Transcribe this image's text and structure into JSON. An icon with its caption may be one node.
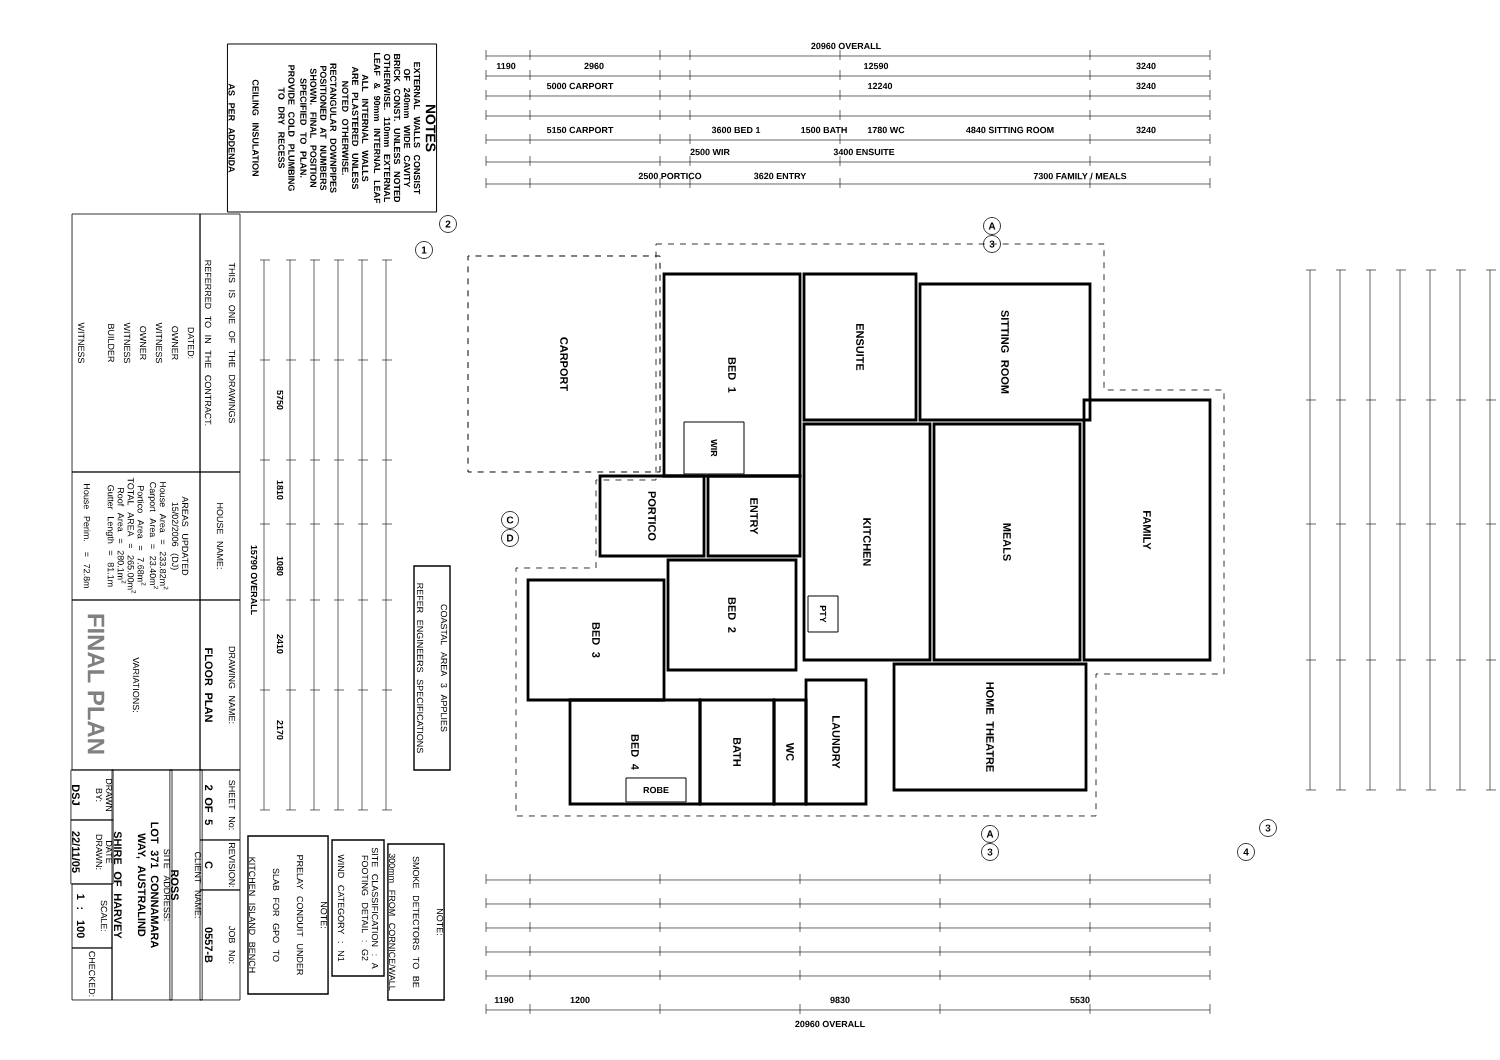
{
  "diagram": {
    "nodes": [
      {
        "text": [
          "NOTES",
          "EXTERNAL WALLS CONSIST OF 240mm WIDE CAVITY BRICK CONST. UNLESS NOTED OTHERWISE. 110mm EXTERNAL LEAF & 90mm INTERNAL LEAF",
          "ALL INTERNAL WALLS ARE PLASTERED UNLESS NOTED OTHERWISE.",
          "RECTANGULAR DOWNPIPES POSITIONED AT NUMBERS SHOWN. FINAL POSITION SPECIFIED TO PLAN.",
          "PROVIDE COLD PLUMBING TO DRY RECESS",
          "CEILING INSULATION AS PER ADDENDA"
        ]
      },
      {
        "text": [
          "THIS IS ONE OF THE DRAWINGS REFERRED TO IN THE CONTRACT."
        ]
      },
      {
        "text": [
          "DATED:",
          "OWNER",
          "WITNESS",
          "OWNER",
          "WITNESS",
          "BUILDER",
          "WITNESS"
        ]
      },
      {
        "text": [
          "HOUSE NAME:"
        ]
      },
      {
        "text": [
          "AREAS UPDATED 15/02/2006 (DJ)",
          "House Area = 233.82m$^{2}$",
          "Carport Area = 23.40m$^{2}$",
          "Portico Area = 7.68m$^{2}$",
          "TOTAL AREA = 265.00m$^{2}$",
          "Roof Area = 280.1m$^{2}$",
          "Gutter Length = 81.1m",
          "House Perim. = 72.8m"
        ]
      },
      {
        "text": [
          "VARIATIONS:"
        ]
      },
      {
        "text": [
          "DRAWING NAME:",
          "FLOOR PLAN"
        ]
      },
      {
        "text": [
          "SHEET No:",
          "2 OF 5"
        ]
      },
      {
        "text": [
          "REVISION:",
          "C"
        ]
      },
      {
        "text": [
          "JOB No:",
          "0557-B"
        ]
      },
      {
        "text": [
          "CLIENT NAME:",
          "ROSS"
        ]
      },
      {
        "text": [
          "SITE ADDRESS:",
          "LOT 371 CONNAMARA WAY, AUSTRALIND",
          "SHIRE OF HARVEY"
        ]
      },
      {
        "text": [
          "DRAWN BY:",
          "DSJ"
        ]
      },
      {
        "text": [
          "DATE DRAWN:",
          "22/11/05"
        ]
      },
      {
        "text": [
          "SCALE:",
          "1 : 100"
        ]
      },
      {
        "text": [
          "CHECKED:"
        ]
      },
      {
        "text": [
          "COASTAL AREA 3 APPLIES",
          "REFER ENGINEERS SPECIFICATIONS"
        ]
      },
      {
        "text": [
          "NOTE:",
          "SMOKE DETECTORS TO BE 300mm FROM CORNICE/WALL"
        ]
      },
      {
        "text": [
          "SITE CLASSIFICATION : A",
          "FOOTING DETAIL : G2",
          "WIND CATEGORY : N1"
        ]
      },
      {
        "text": [
          "NOTE:",
          "PRELAY CONDUIT UNDER SLAB FOR GPO TO KITCHEN ISLAND BENCH"
        ]
      },
      {
        "text": [
          "CARPORT"
        ]
      },
      {
        "text": [
          "BED 1"
        ]
      },
      {
        "text": [
          "ENSUITE"
        ]
      },
      {
        "text": [
          "SITTING ROOM"
        ]
      },
      {
        "text": [
          "PORTICO"
        ]
      },
      {
        "text": [
          "WIR"
        ],
        "in": 21
      },
      {
        "text": [
          "ENTRY"
        ]
      },
      {
        "text": [
          "KITCHEN"
        ]
      },
      {
        "text": [
          "MEALS"
        ]
      },
      {
        "text": [
          "FAMILY"
        ]
      },
      {
        "text": [
          "BED 3"
        ]
      },
      {
        "text": [
          "BED 2"
        ]
      },
      {
        "text": [
          "BED 4"
        ]
      },
      {
        "text": [
          "BATH"
        ]
      },
      {
        "text": [
          "WC"
        ]
      },
      {
        "text": [
          "LAUNDRY"
        ]
      },
      {
        "text": [
          "HOME THEATRE"
        ]
      },
      {
        "text": [
          "ROBE"
        ],
        "in": 32
      },
      {
        "text": [
          "PTY"
        ],
        "in": 27
      }
    ],
    "labels": [
      "20960 OVERALL",
      "1190",
      "2960",
      "12590",
      "3240",
      "5000 CARPORT",
      "12240",
      "3240",
      "5150 CARPORT",
      "3600 BED 1",
      "1500 BATH",
      "1780 WC",
      "4840 SITTING ROOM",
      "3240",
      "2500 WIR",
      "3400 ENSUITE",
      "2500 PORTICO",
      "3620 ENTRY",
      "7300 FAMILY / MEALS",
      "1190",
      "1200",
      "9830",
      "5530",
      "20960 OVERALL",
      "15790 OVERALL",
      "5750",
      "1810",
      "1080",
      "2410",
      "2170",
      "2",
      "1",
      "A",
      "3",
      "C",
      "D",
      "A",
      "3",
      "3",
      "4",
      "FINAL PLAN"
    ]
  }
}
